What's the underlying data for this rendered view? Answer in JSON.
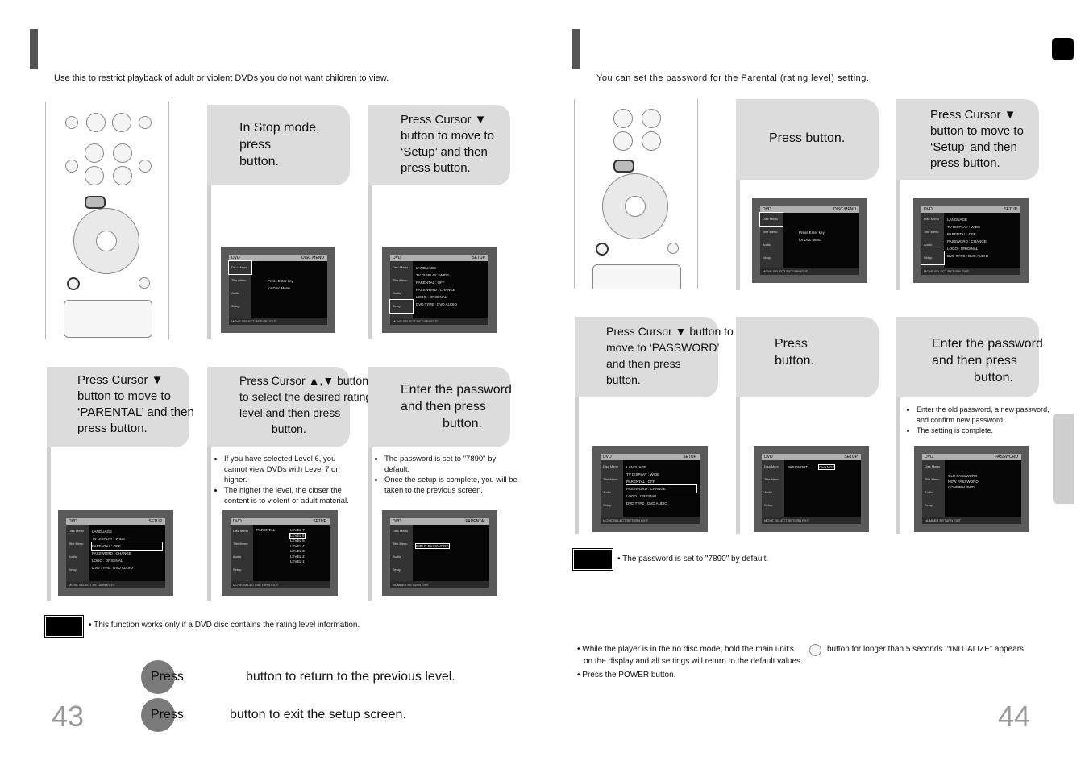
{
  "left_page": {
    "intro": "Use this to restrict playback of adult or violent DVDs you do not want children to view.",
    "steps": [
      {
        "lines": [
          "In Stop mode,",
          "press",
          "button."
        ]
      },
      {
        "lines": [
          "Press Cursor ▼",
          "button to move to",
          "‘Setup’ and then",
          "press                  button."
        ]
      },
      {
        "lines": [
          "Press Cursor ▼",
          "button to move to",
          "‘PARENTAL’ and then",
          "press                button."
        ]
      },
      {
        "lines": [
          "Press Cursor ▲,▼ button",
          "to select the desired rating",
          "level and then press",
          "button."
        ]
      },
      {
        "lines": [
          "Enter the password",
          "and then press",
          "button."
        ]
      }
    ],
    "notes_step4": [
      "If you have selected Level 6, you cannot view DVDs with Level 7 or higher.",
      "The higher the level, the closer the content is to violent or adult material."
    ],
    "notes_step5": [
      "The password is set to \"7890\" by default.",
      "Once the setup is complete, you will be taken to the previous screen."
    ],
    "note_bottom": "This function works only if a DVD disc contains the rating level information.",
    "press_label_1": "Press",
    "press_desc_1": "button to return to the previous level.",
    "press_label_2": "Press",
    "press_desc_2": "button to exit the setup screen.",
    "page_number": "43"
  },
  "right_page": {
    "intro": "You can set the password for the Parental (rating level) setting.",
    "steps": [
      {
        "lines": [
          "Press               button."
        ]
      },
      {
        "lines": [
          "Press Cursor ▼",
          "button to move to",
          "‘Setup’ and then",
          "press                button."
        ]
      },
      {
        "lines": [
          "Press Cursor ▼ button to",
          "move to ‘PASSWORD’",
          "and then press",
          "button."
        ]
      },
      {
        "lines": [
          "Press",
          "button."
        ]
      },
      {
        "lines": [
          "Enter the password",
          "and then press",
          "button."
        ]
      }
    ],
    "notes_step6": [
      "Enter the old password, a new password, and confirm new password.",
      "The setting is complete."
    ],
    "note_default": "The password is set to \"7890\" by default.",
    "note_reset_1": "While the player is in the no disc mode, hold the main unit's",
    "note_reset_2": "button for longer than 5 seconds. “INITIALIZE” appears",
    "note_reset_3": "on the display and all settings will return to the default values.",
    "note_reset_4": "Press the POWER button.",
    "page_number": "44"
  },
  "screens": {
    "side_items": [
      "Disc Menu",
      "Title Menu",
      "Audio",
      "Setup"
    ],
    "head_disc": "DISC MENU",
    "head_setup": "SETUP",
    "head_parental": "PARENTAL",
    "head_password": "PASSWORD",
    "press_enter": "Press Enter key",
    "for_disc_menu": "for Disc Menu",
    "foot": "MOVE   SELECT   RETURN   EXIT",
    "foot_num": "NUMBER   RETURN   EXIT",
    "setup_rows": [
      "LANGUAGE",
      "TV  DISPLAY   : WIDE",
      "PARENTAL       : OFF",
      "PASSWORD      : CHANGE",
      "LOGO            : ORIGINAL",
      "DVD TYPE      : DVD AUDIO"
    ],
    "parental_label": "PARENTAL",
    "levels": [
      "LEVEL 7",
      "LEVEL 6",
      "LEVEL 5",
      "LEVEL 4",
      "LEVEL 3",
      "LEVEL 2",
      "LEVEL 1"
    ],
    "input_password": "INPUT PASSWORD",
    "password_label": "PASSWORD",
    "change_label": "CHANGE",
    "pw_rows": [
      "OLD PASSWORD",
      "NEW PASSWORD",
      "CONFIRM PWD"
    ]
  }
}
